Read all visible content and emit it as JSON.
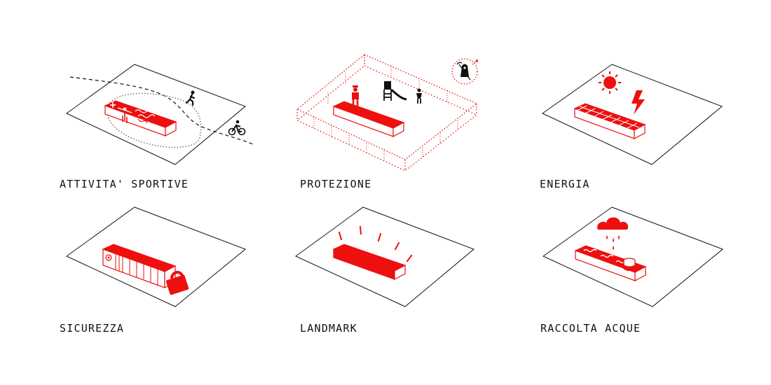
{
  "colors": {
    "accent": "#ee0f0f",
    "ink": "#111111",
    "background": "#ffffff"
  },
  "panels": [
    {
      "id": "attivita-sportive",
      "caption": "ATTIVITA' SPORTIVE",
      "icons": [
        "runner-icon",
        "cyclist-icon",
        "weightlifter-icon",
        "cross-icon",
        "fitness-scribble-icon"
      ]
    },
    {
      "id": "protezione",
      "caption": "PROTEZIONE",
      "icons": [
        "guard-icon",
        "playground-slide-icon",
        "child-icon",
        "grim-reaper-icon"
      ]
    },
    {
      "id": "energia",
      "caption": "ENERGIA",
      "icons": [
        "sun-icon",
        "lightning-icon",
        "solar-panel-icon"
      ]
    },
    {
      "id": "sicurezza",
      "caption": "SICUREZZA",
      "icons": [
        "padlock-icon",
        "logo-mark-icon"
      ]
    },
    {
      "id": "landmark",
      "caption": "LANDMARK",
      "icons": [
        "radiating-lines-icon"
      ]
    },
    {
      "id": "raccolta-acque",
      "caption": "RACCOLTA ACQUE",
      "icons": [
        "rain-cloud-icon",
        "raindrop-icon",
        "water-wave-icon",
        "water-tank-icon"
      ]
    }
  ]
}
